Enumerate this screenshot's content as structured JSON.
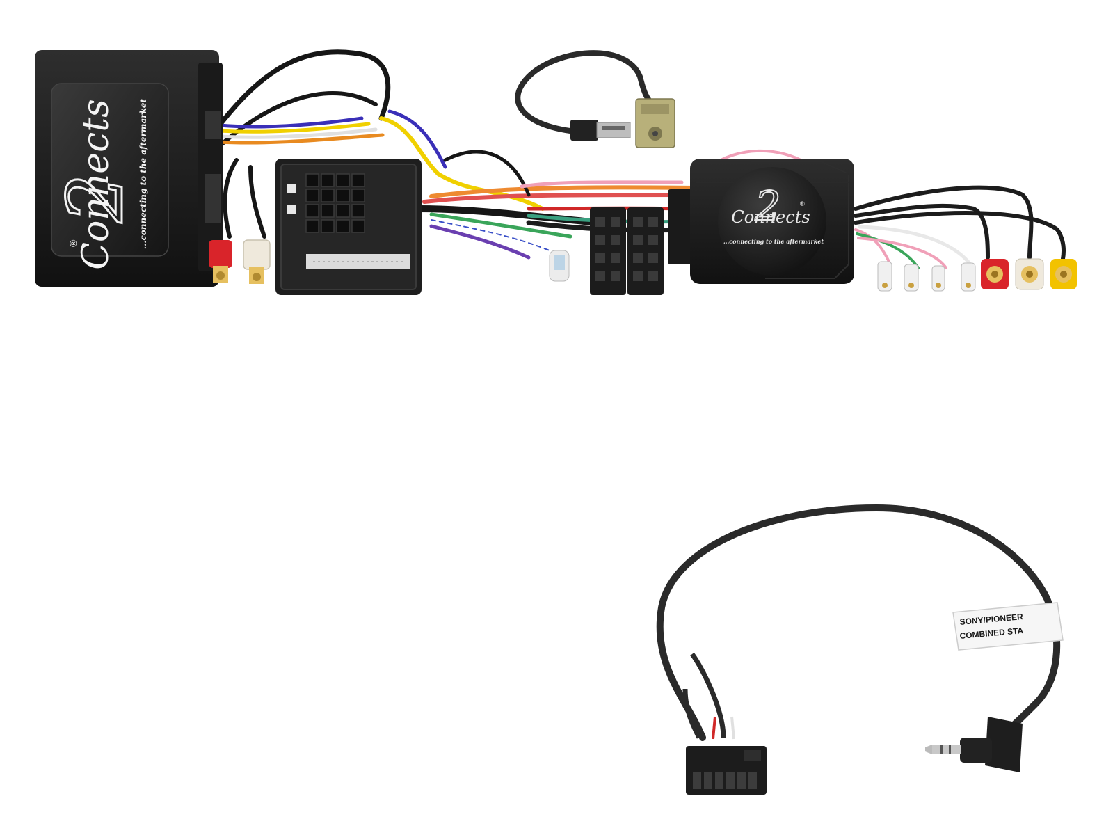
{
  "brand": {
    "name": "Connects",
    "numeral": "2",
    "registered": "®",
    "tagline": "...connecting to the aftermarket"
  },
  "cable_label": {
    "line1": "SONY/PIONEER",
    "line2": "COMBINED STA"
  },
  "colors": {
    "background": "#ffffff",
    "housing": "#1c1c1c",
    "cable": "#2a2a2a",
    "rca_red": "#d9242a",
    "rca_white": "#efe9dc",
    "rca_yellow": "#f2c200",
    "antenna": "#b8b07a"
  }
}
